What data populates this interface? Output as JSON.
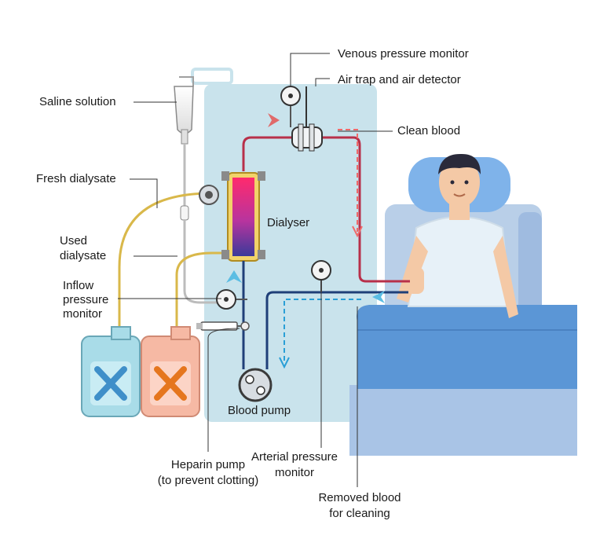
{
  "labels": {
    "venous_pressure_monitor": "Venous pressure monitor",
    "air_trap_detector": "Air trap and air detector",
    "clean_blood": "Clean blood",
    "saline_solution": "Saline solution",
    "fresh_dialysate": "Fresh dialysate",
    "used_dialysate_1": "Used",
    "used_dialysate_2": "dialysate",
    "dialyser": "Dialyser",
    "inflow_1": "Inflow",
    "inflow_2": "pressure",
    "inflow_3": "monitor",
    "blood_pump": "Blood pump",
    "heparin_1": "Heparin pump",
    "heparin_2": "(to prevent clotting)",
    "arterial_1": "Arterial pressure",
    "arterial_2": "monitor",
    "removed_1": "Removed blood",
    "removed_2": "for cleaning"
  },
  "colors": {
    "machine_panel": "#c9e3ec",
    "clean_blood_line": "#b8304a",
    "dirty_blood_line": "#1f3f78",
    "fresh_dialysate_container": "#a9dce8",
    "used_dialysate_container": "#f6b9a4",
    "fresh_x": "#3f8fc9",
    "used_x": "#e5761e",
    "bed": "#5b96d6",
    "dialysate_tube": "#d9b84a"
  },
  "icons": [
    "pressure-gauge-icon",
    "cross-icon",
    "arrow-icon"
  ]
}
